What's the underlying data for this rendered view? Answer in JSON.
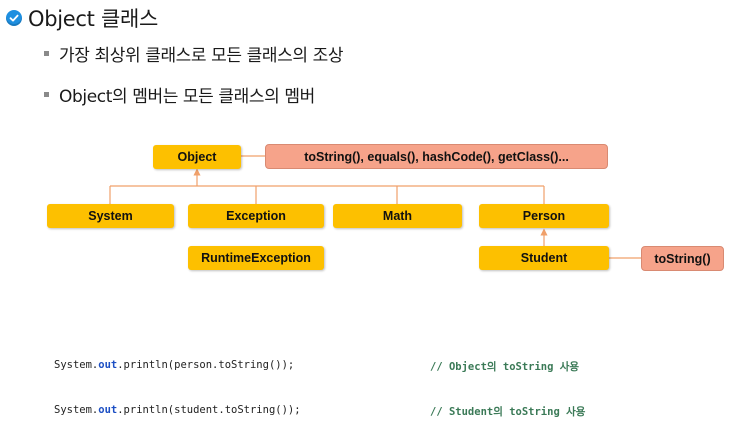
{
  "heading": {
    "icon": "check-circle-icon",
    "text": "Object 클래스"
  },
  "bullets": [
    "가장 최상위 클래스로 모든 클래스의 조상",
    "Object의 멤버는 모든 클래스의 멤버"
  ],
  "diagram": {
    "root": "Object",
    "root_members": "toString(), equals(), hashCode(), getClass()...",
    "children": [
      "System",
      "Exception",
      "Math",
      "Person"
    ],
    "exception_child": "RuntimeException",
    "person_child": "Student",
    "student_members": "toString()"
  },
  "code": [
    {
      "prefix": "System.",
      "field": "out",
      "suffix": ".println(person.toString());",
      "comment": "// Object의 toString 사용"
    },
    {
      "prefix": "System.",
      "field": "out",
      "suffix": ".println(student.toString());",
      "comment": "// Student의 toString 사용"
    }
  ],
  "colors": {
    "class_box": "#fdc000",
    "member_box": "#f6a38a",
    "connector": "#f0a06a",
    "heading_icon": "#1e8fe0"
  }
}
